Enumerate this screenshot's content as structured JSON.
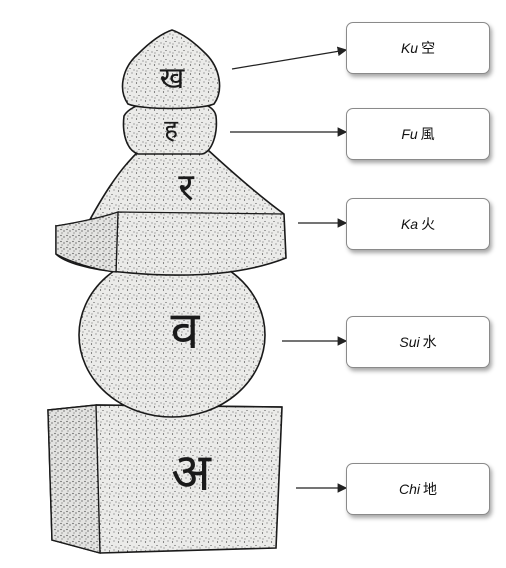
{
  "elements": [
    {
      "id": "ku",
      "roman": "Ku",
      "kanji": "空"
    },
    {
      "id": "fu",
      "roman": "Fu",
      "kanji": "風"
    },
    {
      "id": "ka",
      "roman": "Ka",
      "kanji": "火"
    },
    {
      "id": "sui",
      "roman": "Sui",
      "kanji": "水"
    },
    {
      "id": "chi",
      "roman": "Chi",
      "kanji": "地"
    }
  ],
  "colors": {
    "stone_fill": "#ebebe9",
    "stone_stroke": "#1a1a1a",
    "speckle": "#333333"
  }
}
